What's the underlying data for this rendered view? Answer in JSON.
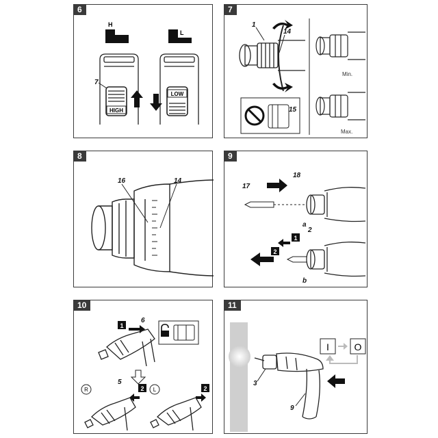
{
  "panels": [
    {
      "number": "6"
    },
    {
      "number": "7"
    },
    {
      "number": "8"
    },
    {
      "number": "9"
    },
    {
      "number": "10"
    },
    {
      "number": "11"
    }
  ],
  "p6": {
    "h": "H",
    "l": "L",
    "c7": "7",
    "high": "HIGH",
    "low": "LOW"
  },
  "p7": {
    "c1": "1",
    "c14": "14",
    "c15": "15",
    "min": "Min.",
    "max": "Max."
  },
  "p8": {
    "c16": "16",
    "c14": "14"
  },
  "p9": {
    "c17": "17",
    "c18": "18",
    "a": "a",
    "c2": "2",
    "step1": "1",
    "step2": "2",
    "b": "b"
  },
  "p10": {
    "step1": "1",
    "c6": "6",
    "r": "R",
    "c5": "5",
    "step2a": "2",
    "l": "L",
    "step2b": "2"
  },
  "p11": {
    "on": "I",
    "off": "O",
    "c3": "3",
    "c9": "9"
  },
  "colors": {
    "frame": "#3a3a3a",
    "badge": "#111111",
    "line": "#222222",
    "wall": "#cfcfcf"
  }
}
